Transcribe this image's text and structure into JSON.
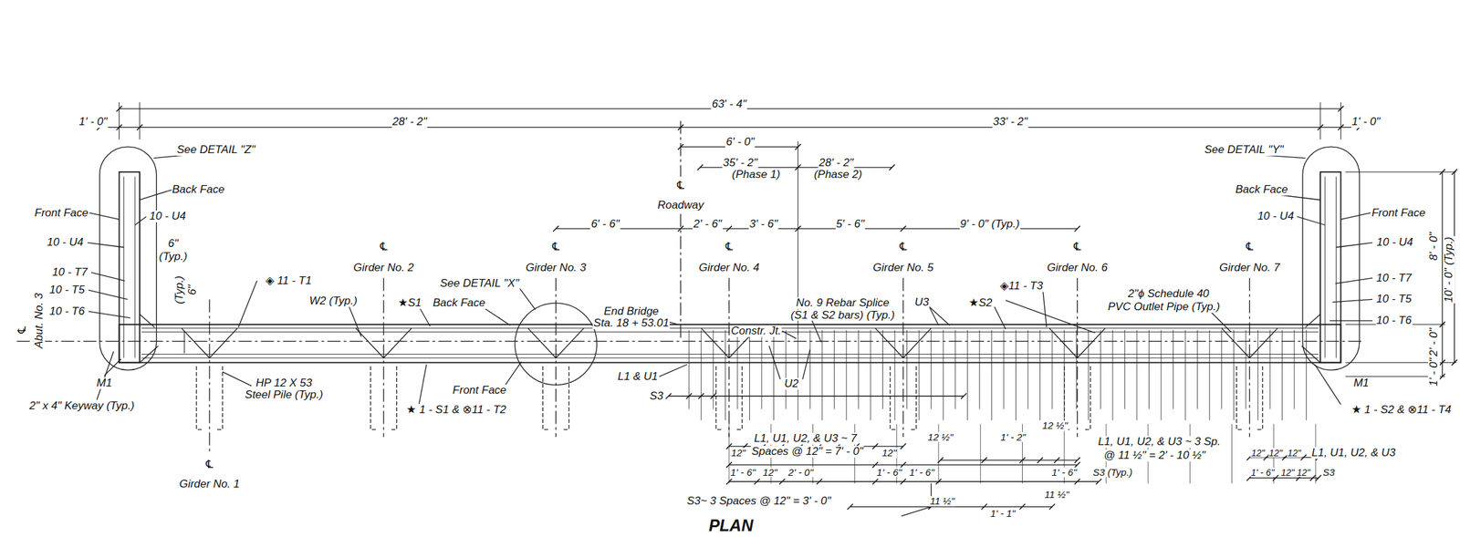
{
  "diagram": {
    "title": "PLAN",
    "labels": [
      "63' - 4\"",
      "1' - 0\"",
      "28' - 2\"",
      "33' - 2\"",
      "1' - 0\"",
      "See DETAIL \"Z\"",
      "See DETAIL \"Y\"",
      "6' - 0\"",
      "35' - 2\"",
      "(Phase 1)",
      "28' - 2\"",
      "(Phase 2)",
      "℄",
      "Roadway",
      "6' - 6\"",
      "2' - 6\"",
      "3' - 6\"",
      "5' - 6\"",
      "9' - 0\" (Typ.)",
      "Back Face",
      "Front Face",
      "10 - U4",
      "10 - U4",
      "6\"",
      "(Typ.)",
      "6\"",
      "(Typ.)",
      "10 - T7",
      "10 - T5",
      "10 - T6",
      "℄",
      "Girder No. 2",
      "℄",
      "Girder No. 3",
      "℄",
      "Girder No. 4",
      "℄",
      "Girder No. 5",
      "℄",
      "Girder No. 6",
      "℄",
      "Girder No. 7",
      "◈ 11 - T1",
      "See DETAIL \"X\"",
      "W2 (Typ.)",
      "★S1",
      "Back Face",
      "End Bridge",
      "Sta. 18 + 53.01",
      "No. 9 Rebar Splice",
      "(S1 & S2 bars) (Typ.)",
      "Constr. Jt.",
      "U3",
      "★S2",
      "◈11 - T3",
      "2\"ϕ Schedule 40",
      "PVC Outlet Pipe (Typ.)",
      "Back Face",
      "Front Face",
      "10 - U4",
      "10 - U4",
      "10 - T7",
      "10 - T5",
      "10 - T6",
      "8' - 0\"",
      "10' - 0\" (Typ.)",
      "2' - 0\"",
      "1' - 0\"",
      "℄",
      "Abut. No. 3",
      "M1",
      "M1",
      "2\" x 4\" Keyway (Typ.)",
      "HP 12 X 53",
      "Steel Pile (Typ.)",
      "Front Face",
      "★ 1 - S1 & ⊗11 - T2",
      "L1 & U1",
      "S3",
      "U2",
      "★ 1 - S2 & ⊗11 - T4",
      "L1, U1, U2, & U3 ~ 7",
      "Spaces @ 12\" = 7' - 0\"",
      "12\"",
      "12\"",
      "12 ½\"",
      "1' - 2\"",
      "12 ½\"",
      "L1, U1, U2, & U3 ~ 3 Sp.",
      "@ 11 ½\" = 2' - 10 ½\"",
      "1' - 6\"",
      "12\"",
      "2' - 0\"",
      "1' - 6\"",
      "1' - 6\"",
      "1' - 6\"",
      "S3 (Typ.)",
      "12\"",
      "12\"",
      "12\"",
      "L1, U1, U2, & U3",
      "1' - 6\"",
      "12\"",
      "12\"",
      "S3",
      "S3~ 3 Spaces @ 12\" = 3' - 0\"",
      "11 ½\"",
      "1' - 1\"",
      "11 ½\"",
      "℄",
      "Girder No. 1"
    ]
  }
}
